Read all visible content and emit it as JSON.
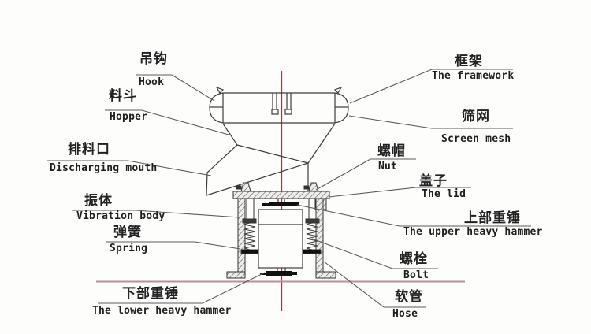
{
  "diagram": {
    "kind": "technical line drawing",
    "subject": "vibration sieve / filter machine cross-section with bilingual part labels"
  },
  "labels": {
    "hook": {
      "zh": "吊钩",
      "en": "Hook"
    },
    "hopper": {
      "zh": "料斗",
      "en": "Hopper"
    },
    "discharging_mouth": {
      "zh": "排料口",
      "en": "Discharging mouth"
    },
    "vibration_body": {
      "zh": "振体",
      "en": "Vibration body"
    },
    "spring": {
      "zh": "弹簧",
      "en": "Spring"
    },
    "lower_hammer": {
      "zh": "下部重锤",
      "en": "The lower heavy hammer"
    },
    "framework": {
      "zh": "框架",
      "en": "The framework"
    },
    "screen_mesh": {
      "zh": "筛网",
      "en": "Screen mesh"
    },
    "nut": {
      "zh": "螺帽",
      "en": "Nut"
    },
    "lid": {
      "zh": "盖子",
      "en": "The lid"
    },
    "upper_hammer": {
      "zh": "上部重锤",
      "en": "The upper heavy hammer"
    },
    "bolt": {
      "zh": "螺栓",
      "en": "Bolt"
    },
    "hose": {
      "zh": "软管",
      "en": "Hose"
    }
  },
  "colors": {
    "centerline_red": "#a8353f",
    "baseline_pink": "#b98f9c",
    "line": "#3c3c3c",
    "leader": "#5a5a5a"
  }
}
